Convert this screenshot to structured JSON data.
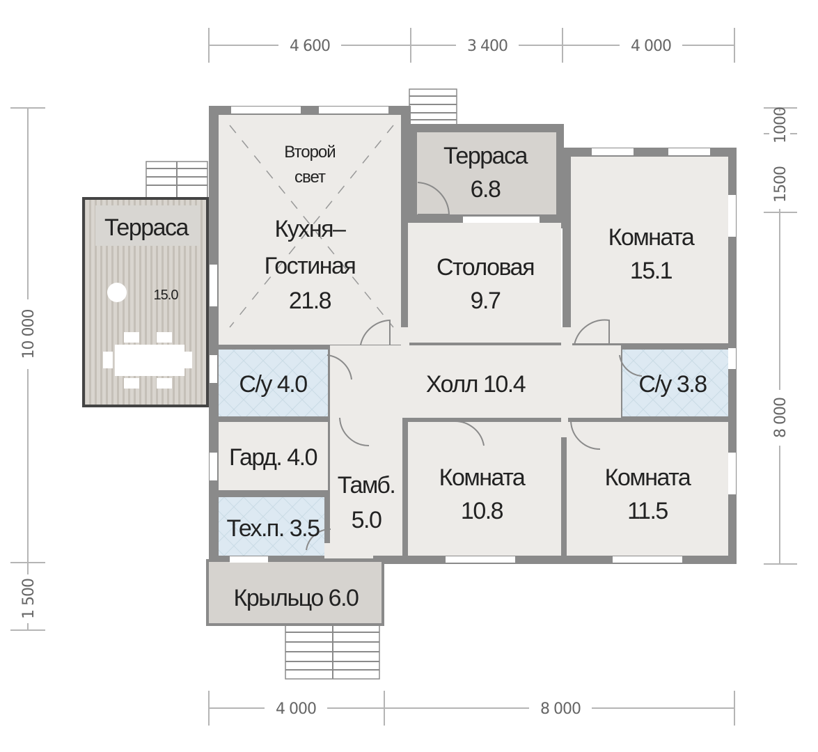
{
  "dimensions": {
    "top": [
      "4 600",
      "3 400",
      "4 000"
    ],
    "bottom": [
      "4 000",
      "8 000"
    ],
    "left": [
      "10 000",
      "1 500"
    ],
    "right": [
      "1000",
      "1500",
      "8 000"
    ]
  },
  "rooms": {
    "terrace_left": {
      "name": "Терраса",
      "area": "15.0"
    },
    "kitchen": {
      "note1": "Второй",
      "note2": "свет",
      "name1": "Кухня–",
      "name2": "Гостиная",
      "area": "21.8"
    },
    "terrace_top": {
      "name": "Терраса",
      "area": "6.8"
    },
    "dining": {
      "name": "Столовая",
      "area": "9.7"
    },
    "room_right_top": {
      "name": "Комната",
      "area": "15.1"
    },
    "bath_left": {
      "label": "С/у 4.0"
    },
    "hall": {
      "label": "Холл 10.4"
    },
    "bath_right": {
      "label": "С/у 3.8"
    },
    "wardrobe": {
      "label": "Гард. 4.0"
    },
    "tech": {
      "label": "Тех.п. 3.5"
    },
    "vestibule": {
      "name": "Тамб.",
      "area": "5.0"
    },
    "room_mid": {
      "name": "Комната",
      "area": "10.8"
    },
    "room_right_bottom": {
      "name": "Комната",
      "area": "11.5"
    },
    "porch": {
      "label": "Крыльцо 6.0"
    }
  }
}
